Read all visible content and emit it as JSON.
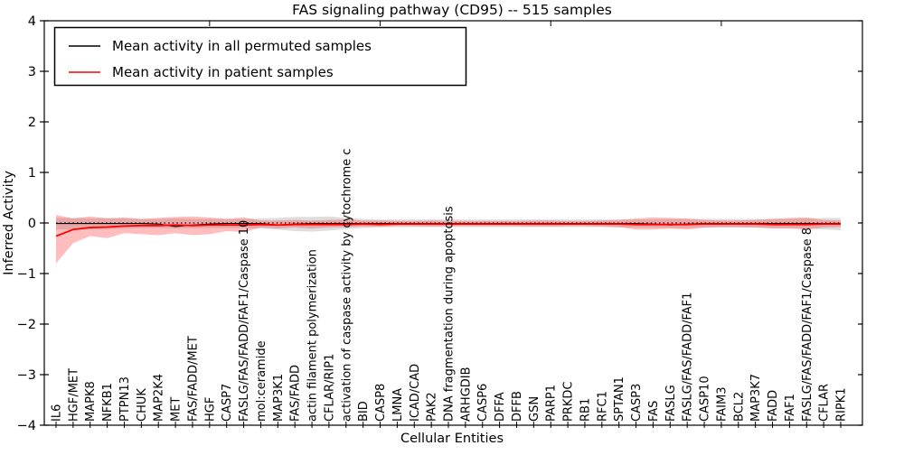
{
  "title": "FAS signaling pathway (CD95) -- 515 samples",
  "axes": {
    "xlabel": "Cellular Entities",
    "ylabel": "Inferred Activity",
    "ytick_labels": [
      "4",
      "3",
      "2",
      "1",
      "0",
      "−1",
      "−2",
      "−3",
      "−4"
    ]
  },
  "legend": {
    "items": [
      {
        "label": "Mean activity in all permuted samples",
        "color": "#000000"
      },
      {
        "label": "Mean activity in patient samples",
        "color": "#ff0000"
      }
    ]
  },
  "colors": {
    "permuted_line": "#000000",
    "patient_line": "#ff0000",
    "patient_band": "#ff3333",
    "permuted_band": "#999999",
    "zero_line": "#000000",
    "spine": "#000000"
  },
  "chart_data": {
    "type": "line",
    "title": "FAS signaling pathway (CD95) -- 515 samples",
    "xlabel": "Cellular Entities",
    "ylabel": "Inferred Activity",
    "ylim": [
      -4,
      4
    ],
    "yticks": [
      4,
      3,
      2,
      1,
      0,
      -1,
      -2,
      -3,
      -4
    ],
    "grid": false,
    "legend_position": "upper left",
    "categories": [
      "IL6",
      "HGF/MET",
      "MAPK8",
      "NFKB1",
      "PTPN13",
      "CHUK",
      "MAP2K4",
      "MET",
      "FAS/FADD/MET",
      "HGF",
      "CASP7",
      "FASLG/FAS/FADD/FAF1/Caspase 10",
      "mol:ceramide",
      "MAP3K1",
      "FAS/FADD",
      "actin filament polymerization",
      "CFLAR/RIP1",
      "activation of caspase activity by cytochrome c",
      "BID",
      "CASP8",
      "LMNA",
      "ICAD/CAD",
      "PAK2",
      "DNA fragmentation during apoptosis",
      "ARHGDIB",
      "CASP6",
      "DFFA",
      "DFFB",
      "GSN",
      "PARP1",
      "PRKDC",
      "RB1",
      "RFC1",
      "SPTAN1",
      "CASP3",
      "FAS",
      "FASLG",
      "FASLG/FAS/FADD/FAF1",
      "CASP10",
      "FAIM3",
      "BCL2",
      "MAP3K7",
      "FADD",
      "FAF1",
      "FASLG/FAS/FADD/FAF1/Caspase 8",
      "CFLAR",
      "RIPK1"
    ],
    "series": [
      {
        "name": "Mean activity in all permuted samples",
        "values": [
          -0.01,
          -0.01,
          -0.01,
          -0.01,
          -0.01,
          -0.01,
          -0.02,
          -0.07,
          -0.04,
          -0.02,
          -0.01,
          -0.01,
          -0.01,
          -0.04,
          -0.02,
          -0.01,
          -0.01,
          -0.01,
          -0.01,
          -0.01,
          -0.01,
          -0.01,
          -0.01,
          -0.01,
          -0.01,
          -0.01,
          -0.01,
          -0.01,
          -0.01,
          -0.01,
          -0.01,
          -0.01,
          -0.01,
          -0.01,
          -0.01,
          -0.02,
          -0.04,
          -0.02,
          -0.01,
          -0.01,
          -0.01,
          -0.01,
          -0.01,
          -0.01,
          -0.01,
          -0.01,
          -0.01
        ]
      },
      {
        "name": "Mean activity in patient samples",
        "values": [
          -0.26,
          -0.13,
          -0.09,
          -0.08,
          -0.06,
          -0.05,
          -0.05,
          -0.04,
          -0.05,
          -0.04,
          -0.04,
          -0.04,
          -0.03,
          -0.04,
          -0.03,
          -0.03,
          -0.03,
          -0.03,
          -0.02,
          -0.03,
          -0.02,
          -0.02,
          -0.02,
          -0.02,
          -0.02,
          -0.02,
          -0.02,
          -0.02,
          -0.02,
          -0.02,
          -0.02,
          -0.02,
          -0.02,
          -0.02,
          -0.03,
          -0.03,
          -0.03,
          -0.03,
          -0.02,
          -0.02,
          -0.02,
          -0.02,
          -0.03,
          -0.03,
          -0.03,
          -0.02,
          -0.02
        ]
      }
    ],
    "bands": [
      {
        "name": "permuted-range",
        "top": [
          0.1,
          0.1,
          0.09,
          0.1,
          0.09,
          0.08,
          0.08,
          0.09,
          0.08,
          0.08,
          0.08,
          0.08,
          0.09,
          0.1,
          0.12,
          0.12,
          0.13,
          0.1,
          0.08,
          0.07,
          0.07,
          0.07,
          0.07,
          0.07,
          0.07,
          0.07,
          0.07,
          0.07,
          0.07,
          0.07,
          0.07,
          0.07,
          0.07,
          0.07,
          0.07,
          0.07,
          0.08,
          0.08,
          0.08,
          0.08,
          0.08,
          0.08,
          0.08,
          0.08,
          0.09,
          0.1,
          0.1
        ],
        "bottom": [
          -0.13,
          -0.13,
          -0.12,
          -0.12,
          -0.11,
          -0.1,
          -0.1,
          -0.11,
          -0.1,
          -0.1,
          -0.1,
          -0.1,
          -0.11,
          -0.13,
          -0.16,
          -0.17,
          -0.15,
          -0.12,
          -0.1,
          -0.09,
          -0.08,
          -0.08,
          -0.08,
          -0.08,
          -0.08,
          -0.08,
          -0.08,
          -0.08,
          -0.08,
          -0.08,
          -0.08,
          -0.08,
          -0.08,
          -0.09,
          -0.09,
          -0.09,
          -0.1,
          -0.1,
          -0.09,
          -0.09,
          -0.09,
          -0.09,
          -0.1,
          -0.1,
          -0.11,
          -0.13,
          -0.14
        ]
      },
      {
        "name": "patient-range",
        "top": [
          0.16,
          0.09,
          0.13,
          0.09,
          0.11,
          0.08,
          0.1,
          0.12,
          0.13,
          0.11,
          0.08,
          0.11,
          0.05,
          0.05,
          0.06,
          0.05,
          0.06,
          0.07,
          0.05,
          0.05,
          0.04,
          0.04,
          0.05,
          0.04,
          0.04,
          0.04,
          0.04,
          0.04,
          0.05,
          0.05,
          0.04,
          0.04,
          0.05,
          0.06,
          0.09,
          0.11,
          0.1,
          0.09,
          0.06,
          0.05,
          0.05,
          0.06,
          0.08,
          0.1,
          0.11,
          0.06,
          0.05
        ],
        "bottom": [
          -0.8,
          -0.4,
          -0.26,
          -0.3,
          -0.2,
          -0.22,
          -0.24,
          -0.2,
          -0.24,
          -0.22,
          -0.16,
          -0.18,
          -0.09,
          -0.11,
          -0.09,
          -0.11,
          -0.09,
          -0.08,
          -0.07,
          -0.07,
          -0.06,
          -0.06,
          -0.07,
          -0.06,
          -0.06,
          -0.06,
          -0.06,
          -0.06,
          -0.07,
          -0.07,
          -0.06,
          -0.06,
          -0.07,
          -0.08,
          -0.13,
          -0.13,
          -0.11,
          -0.13,
          -0.09,
          -0.08,
          -0.08,
          -0.09,
          -0.11,
          -0.11,
          -0.13,
          -0.09,
          -0.08
        ]
      }
    ],
    "zero_reference_line": 0
  }
}
